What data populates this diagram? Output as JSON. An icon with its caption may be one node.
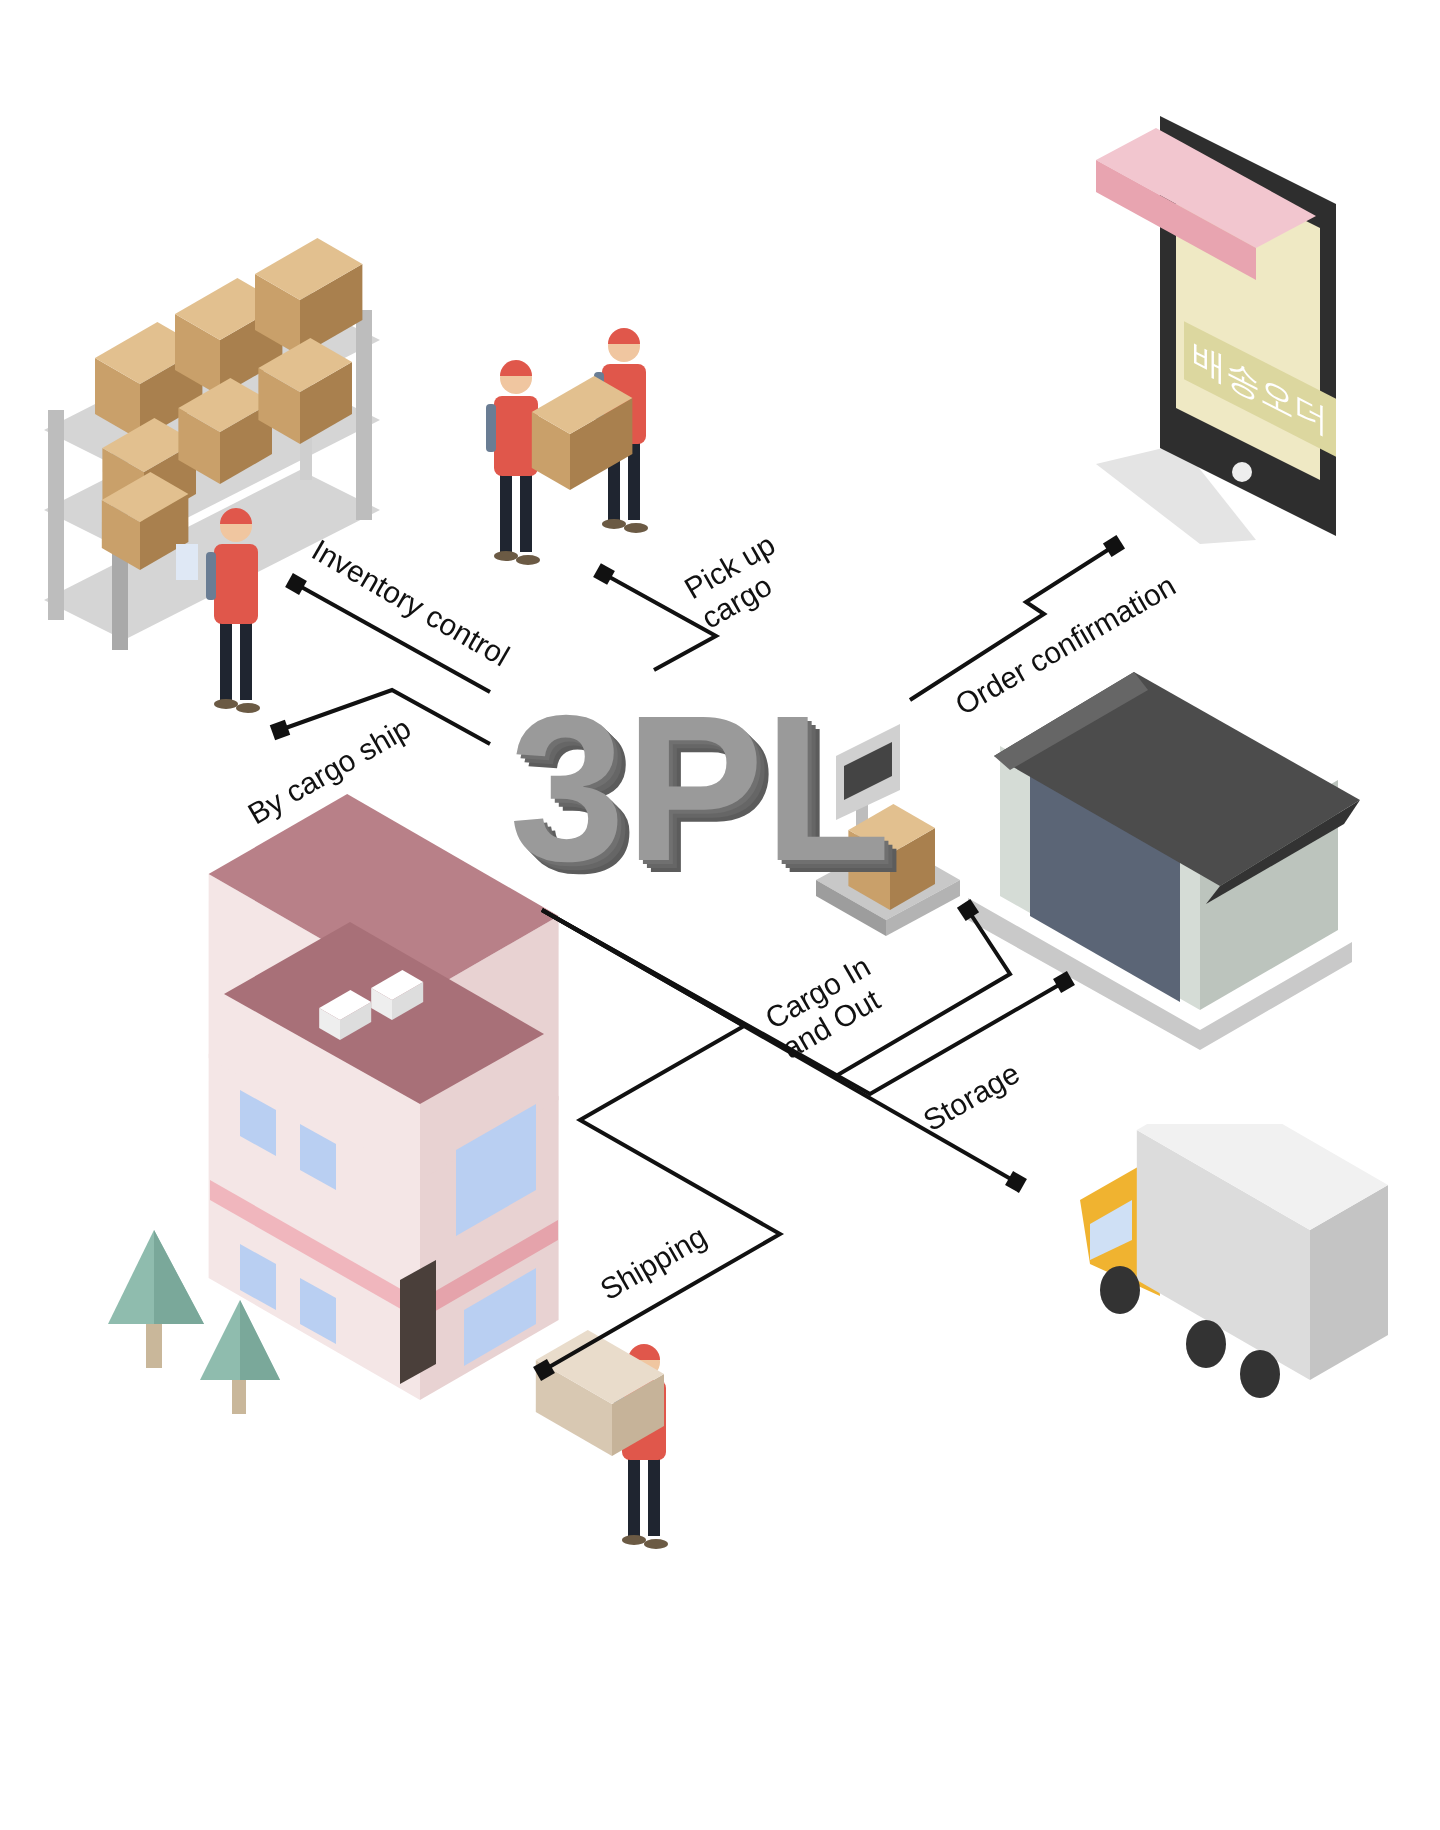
{
  "diagram": {
    "nodes": [
      {
        "text": [
          "3PL"
        ]
      },
      {
        "text": [],
        "shape": "person"
      },
      {
        "text": [],
        "shape": "person"
      },
      {
        "text": [
          "배송오더"
        ]
      },
      {
        "text": [],
        "shape": "picture"
      },
      {
        "text": [],
        "shape": "picture"
      },
      {
        "text": [],
        "shape": "person"
      }
    ],
    "edges": [
      {
        "from": 0,
        "to": 1,
        "arrow": "other",
        "label": "Inventory control"
      },
      {
        "from": 0,
        "to": 2,
        "arrow": "other",
        "label": "Pick up cargo"
      },
      {
        "from": 0,
        "to": 1,
        "arrow": "other",
        "label": "By cargo ship"
      },
      {
        "from": 0,
        "to": 3,
        "arrow": "other",
        "label": "Order confirmation"
      },
      {
        "from": 0,
        "to": 4,
        "arrow": "other",
        "label": "Cargo In and Out"
      },
      {
        "from": 0,
        "to": 4,
        "arrow": "other",
        "label": "Storage"
      },
      {
        "from": 0,
        "to": 5,
        "arrow": "other"
      },
      {
        "from": 0,
        "to": 6,
        "arrow": "other",
        "label": "Shipping"
      }
    ]
  }
}
